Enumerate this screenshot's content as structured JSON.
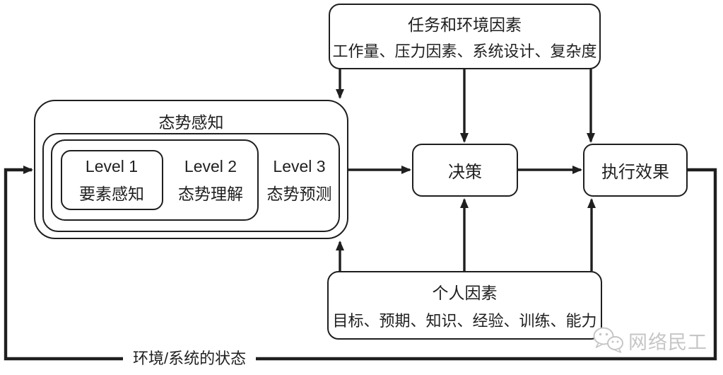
{
  "diagram": {
    "task_factors": {
      "title": "任务和环境因素",
      "items": "工作量、压力因素、系统设计、复杂度"
    },
    "situation_awareness": {
      "title": "态势感知",
      "level1": {
        "name": "Level 1",
        "label": "要素感知"
      },
      "level2": {
        "name": "Level 2",
        "label": "态势理解"
      },
      "level3": {
        "name": "Level 3",
        "label": "态势预测"
      }
    },
    "decision": {
      "label": "决策"
    },
    "execution": {
      "label": "执行效果"
    },
    "personal_factors": {
      "title": "个人因素",
      "items": "目标、预期、知识、经验、训练、能力"
    },
    "feedback_label": "环境/系统的状态",
    "watermark": {
      "text": "网络民工",
      "icon": "wechat-chat-bubbles-icon"
    },
    "colors": {
      "line": "#1f1f1f",
      "background": "#ffffff",
      "watermark_text": "#c6c6c6"
    }
  }
}
